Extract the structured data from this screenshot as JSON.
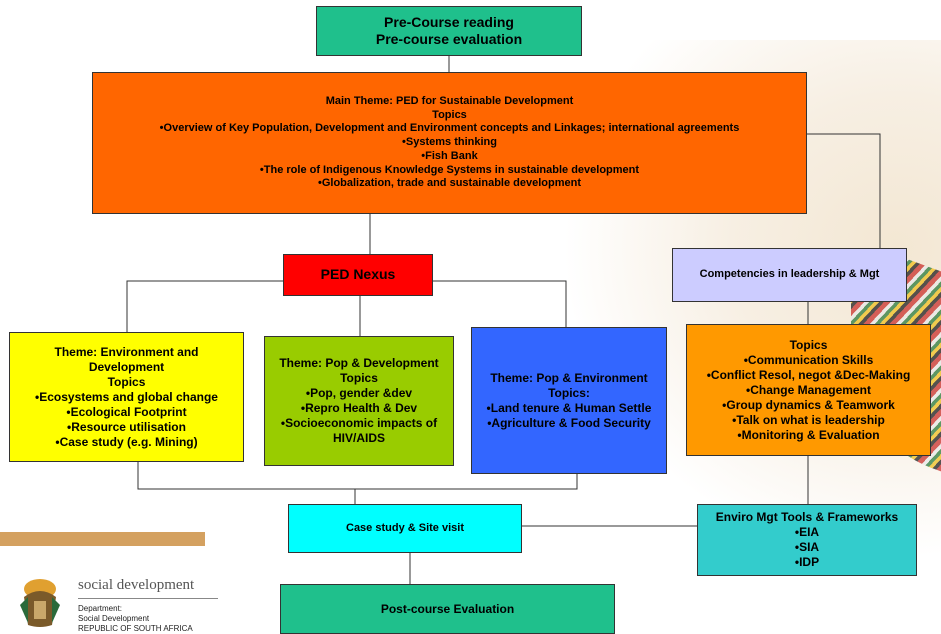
{
  "boxes": {
    "precourse": {
      "lines": [
        "Pre-Course reading",
        "Pre-course evaluation"
      ],
      "color": "#1fc08c"
    },
    "main": {
      "lines": [
        "Main Theme: PED for Sustainable Development",
        "Topics",
        "•Overview of Key Population, Development and Environment concepts and Linkages; international agreements",
        "•Systems thinking",
        "•Fish Bank",
        "•The role of Indigenous Knowledge Systems in sustainable development",
        "•Globalization, trade and sustainable development"
      ],
      "color": "#ff6600"
    },
    "nexus": {
      "lines": [
        "PED Nexus"
      ],
      "color": "#ff0000"
    },
    "competencies": {
      "lines": [
        "Competencies in leadership & Mgt"
      ],
      "color": "#ccccff"
    },
    "env_dev": {
      "lines": [
        "Theme: Environment and",
        "Development",
        "Topics",
        "•Ecosystems and global change",
        "•Ecological Footprint",
        "•Resource utilisation",
        "•Case study (e.g. Mining)"
      ],
      "color": "#ffff00"
    },
    "pop_dev": {
      "lines": [
        "Theme: Pop & Development",
        "Topics",
        "•Pop, gender &dev",
        "•Repro Health & Dev",
        "•Socioeconomic impacts of",
        "HIV/AIDS"
      ],
      "color": "#99cc00"
    },
    "pop_env": {
      "lines": [
        "Theme: Pop & Environment",
        "Topics:",
        "•Land tenure & Human Settle",
        "•Agriculture & Food Security"
      ],
      "color": "#3366ff"
    },
    "lead_topics": {
      "lines": [
        "Topics",
        "•Communication Skills",
        "•Conflict Resol, negot &Dec-Making",
        "•Change Management",
        "•Group dynamics & Teamwork",
        "•Talk on what is leadership",
        "•Monitoring & Evaluation"
      ],
      "color": "#ff9900"
    },
    "case_study": {
      "lines": [
        "Case study & Site visit"
      ],
      "color": "#00ffff"
    },
    "enviro_tools": {
      "lines": [
        "Enviro Mgt Tools & Frameworks",
        "•EIA",
        "•SIA",
        "•IDP"
      ],
      "color": "#33cccc"
    },
    "post_course": {
      "lines": [
        "Post-course Evaluation"
      ],
      "color": "#1fc08c"
    }
  },
  "logo": {
    "title": "social development",
    "line1": "Department:",
    "line2": "Social Development",
    "line3": "REPUBLIC OF SOUTH AFRICA"
  }
}
